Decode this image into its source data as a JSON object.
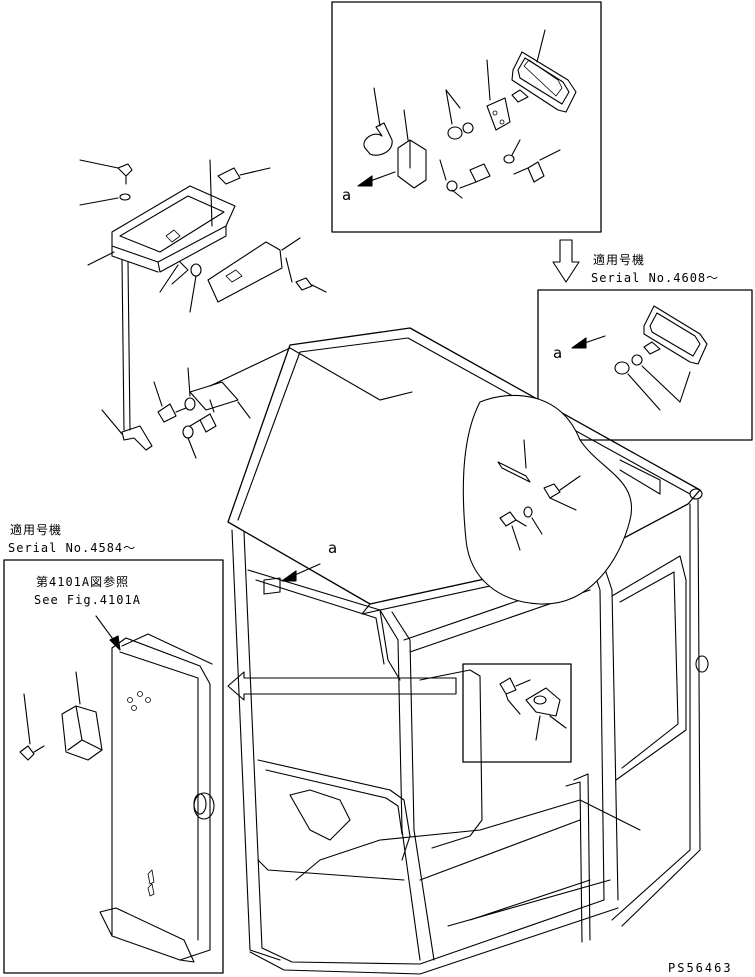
{
  "texts": {
    "serial_top_label": "適用号機",
    "serial_top_value": "Serial No.4608～",
    "serial_left_label": "適用号機",
    "serial_left_value": "Serial No.4584～",
    "fig_ref_jp": "第4101A図参照",
    "fig_ref_en": "See Fig.4101A",
    "callout_a_detail": "a",
    "callout_a_alt": "a",
    "callout_a_cab": "a",
    "drawing_code": "PS56463"
  },
  "colors": {
    "line": "#000000",
    "background": "#ffffff"
  }
}
